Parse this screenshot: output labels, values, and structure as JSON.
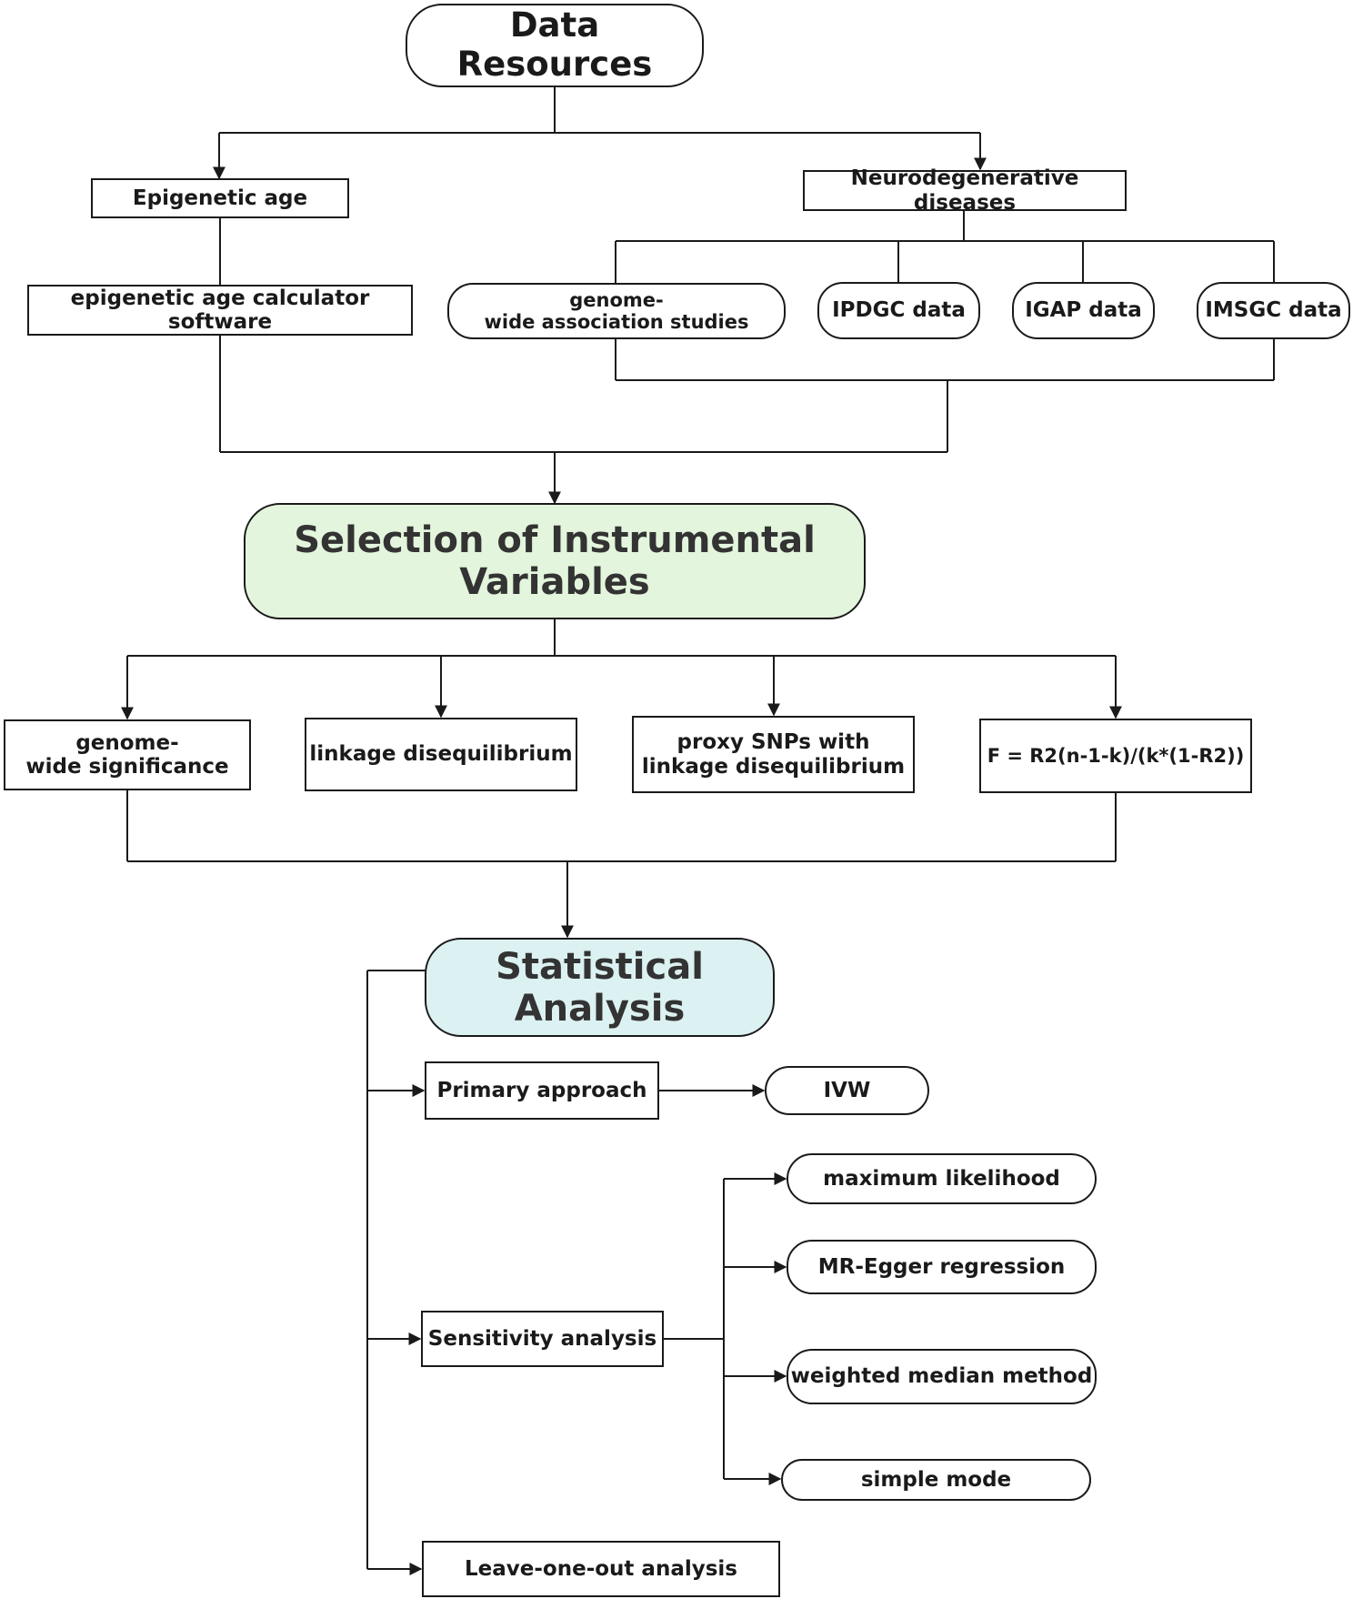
{
  "nodes": {
    "data_resources": "Data Resources",
    "epigenetic_age": "Epigenetic age",
    "neurodegenerative_diseases": "Neurodegenerative diseases",
    "epigenetic_calculator": "epigenetic age calculator software",
    "gwas": "genome-\nwide association studies",
    "ipdgc": "IPDGC data",
    "igap": "IGAP data",
    "imsgc": "IMSGC data",
    "selection_iv": "Selection of Instrumental Variables",
    "genome_wide_significance": "genome-\nwide significance",
    "linkage_disequilibrium": "linkage disequilibrium",
    "proxy_snps": "proxy SNPs with\nlinkage disequilibrium",
    "f_statistic": "F = R2(n-1-k)/(k*(1-R2))",
    "statistical_analysis": "Statistical Analysis",
    "primary_approach": "Primary approach",
    "ivw": "IVW",
    "sensitivity_analysis": "Sensitivity analysis",
    "maximum_likelihood": "maximum likelihood",
    "mr_egger": "MR-Egger regression",
    "weighted_median": "weighted median method",
    "simple_mode": "simple mode",
    "leave_one_out": "Leave-one-out  analysis"
  },
  "colors": {
    "line": "#1a1a1a",
    "selection_fill": "#e3f5dc",
    "statistical_fill": "#dcf1f1"
  }
}
